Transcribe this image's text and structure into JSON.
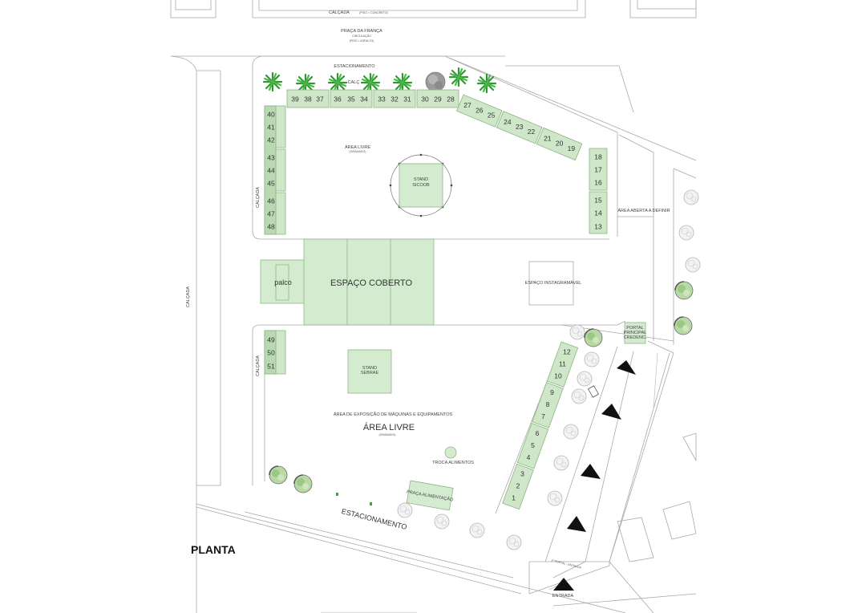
{
  "labels": {
    "calcada_top": "CALÇADA",
    "calcada_top_sub": "(PISO = CONCRETO)",
    "praca": "PRAÇA DA FRANÇA",
    "praca_sub1": "CIRCULAÇÃO",
    "praca_sub2": "(PISO = ASFALTO)",
    "estacionamento_top": "ESTACIONAMENTO",
    "calcada_inner": "CALÇ",
    "area_livre_top": "ÁREA LIVRE",
    "area_livre_top_sub": "(GRAMADO)",
    "stand_sicoob": "STAND",
    "stand_sicoob_2": "SICOOB",
    "area_aberta": "ÁREA ABERTA A DEFINIR",
    "calcada_left": "CALÇADA",
    "calcada_far_left": "CALÇADA",
    "calcada_lower_left": "CALÇADA",
    "palco": "palco",
    "espaco_coberto": "ESPAÇO COBERTO",
    "espaco_instagramavel": "ESPAÇO INSTAGRAMÁVEL",
    "portal_1": "PORTAL",
    "portal_2": "PRINCIPAL",
    "portal_3": "CREDENC.",
    "stand_sebrae": "STAND",
    "stand_sebrae_2": "SEBRAE",
    "area_exposicao": "ÁREA DE EXPOSIÇÃO DE MÁQUINAS E EQUIPAMENTOS",
    "area_livre_main": "ÁREA LIVRE",
    "area_livre_main_sub": "(GRAMADO)",
    "troca_alimentos": "TROCA ALIMENTOS",
    "praca_alimentacao": "PRAÇA ALIMENTAÇÃO",
    "estacionamento_bottom": "ESTACIONAMENTO",
    "portal_entrada": "2º PORTAL - ENTRADA",
    "entrada": "ENTRADA",
    "planta": "PLANTA"
  },
  "stalls": {
    "top_row": [
      "39",
      "38",
      "37",
      "36",
      "35",
      "34",
      "33",
      "32",
      "31",
      "30",
      "29",
      "28"
    ],
    "top_diag": [
      "27",
      "26",
      "25",
      "24",
      "23",
      "22",
      "21",
      "20",
      "19"
    ],
    "right_col": [
      "18",
      "17",
      "16",
      "15",
      "14",
      "13"
    ],
    "left_col": [
      "40",
      "41",
      "42",
      "43",
      "44",
      "45",
      "46",
      "47",
      "48"
    ],
    "lower_left": [
      "49",
      "50",
      "51"
    ],
    "diag_lower": [
      "12",
      "11",
      "10",
      "9",
      "8",
      "7",
      "6",
      "5",
      "4",
      "3",
      "2",
      "1"
    ]
  },
  "colors": {
    "stall_fill": "#cfe6c8",
    "stall_stroke": "#8bb583",
    "line": "#a9a9a9",
    "entry_arrow": "#111111"
  }
}
